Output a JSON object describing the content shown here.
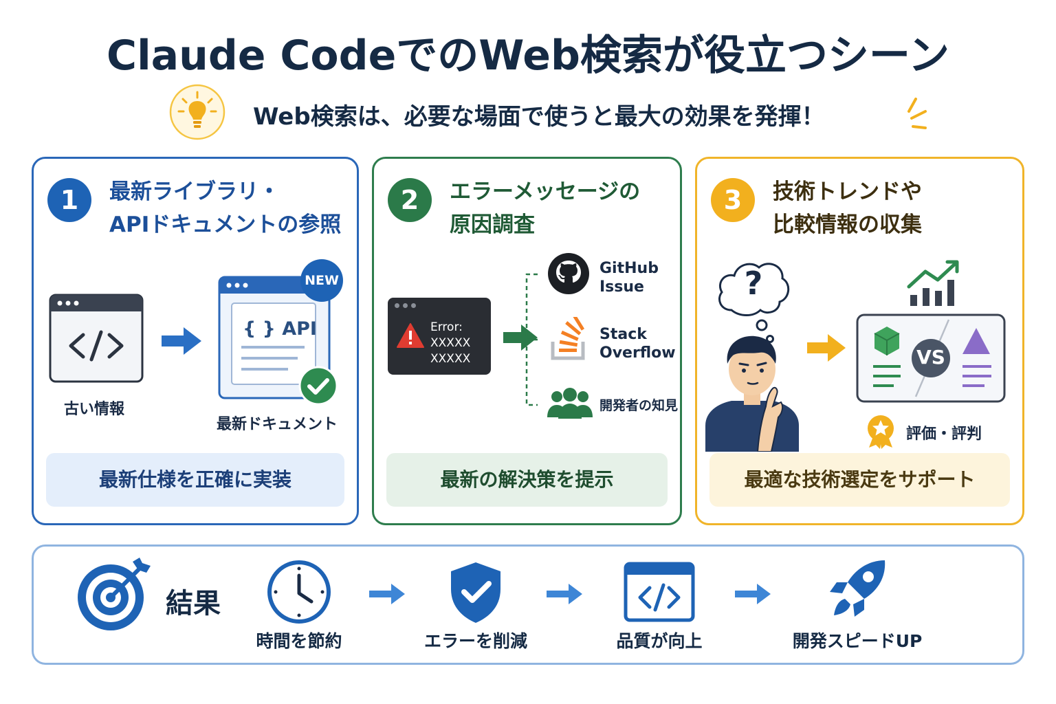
{
  "title": "Claude CodeでのWeb検索が役立つシーン",
  "subtitle": "Web検索は、必要な場面で使うと最大の効果を発揮！",
  "cards": [
    {
      "number": "1",
      "title_line1": "最新ライブラリ・",
      "title_line2": "APIドキュメントの参照",
      "old_label": "古い情報",
      "new_badge": "NEW",
      "api_text": "{ } API",
      "new_label": "最新ドキュメント",
      "footer": "最新仕様を正確に実装"
    },
    {
      "number": "2",
      "title_line1": "エラーメッセージの",
      "title_line2": "原因調査",
      "error_title": "Error:",
      "error_line1": "XXXXX",
      "error_line2": "XXXXX",
      "source1_line1": "GitHub",
      "source1_line2": "Issue",
      "source2_line1": "Stack",
      "source2_line2": "Overflow",
      "source3": "開発者の知見",
      "footer": "最新の解決策を提示"
    },
    {
      "number": "3",
      "title_line1": "技術トレンドや",
      "title_line2": "比較情報の収集",
      "question": "?",
      "vs": "VS",
      "review": "評価・評判",
      "footer": "最適な技術選定をサポート"
    }
  ],
  "result": {
    "label": "結果",
    "items": [
      "時間を節約",
      "エラーを削減",
      "品質が向上",
      "開発スピードUP"
    ]
  },
  "colors": {
    "blue": "#1e63b5",
    "green": "#2b7a49",
    "yellow": "#f2b01e",
    "navy": "#152a44"
  }
}
